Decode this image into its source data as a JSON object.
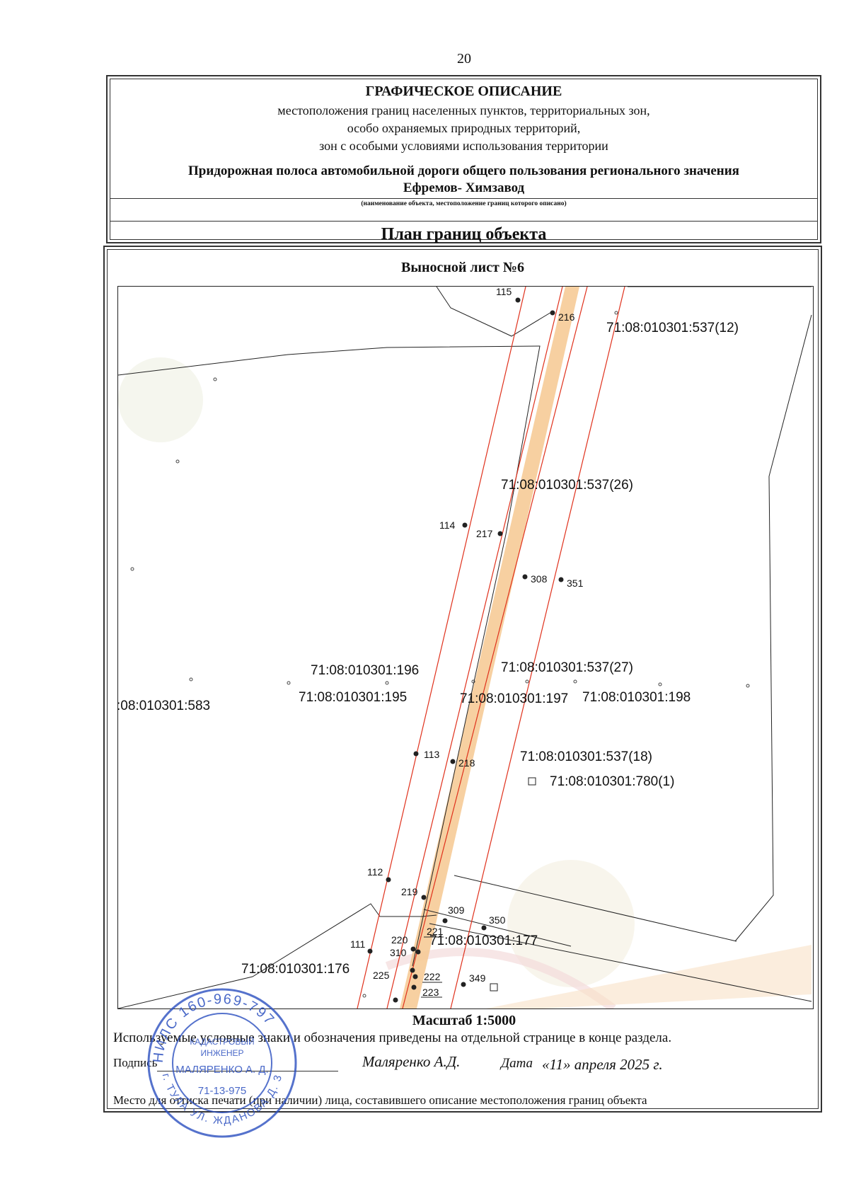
{
  "header": {
    "page_number": "20",
    "title": "ГРАФИЧЕСКОЕ ОПИСАНИЕ",
    "subtitle_lines": [
      "местоположения границ населенных пунктов, территориальных зон,",
      "особо охраняемых природных территорий,",
      "зон с особыми условиями использования территории"
    ],
    "object_line1": "Придорожная полоса автомобильной дороги  общего пользования регионального значения",
    "object_line2": "Ефремов- Химзавод",
    "object_caption": "(наименование объекта, местоположение границ которого описано)",
    "plan_title": "План границ объекта"
  },
  "sheet_title": "Выносной лист №6",
  "map": {
    "colors": {
      "boundary": "#e0311c",
      "road": "#f6c891",
      "parcel_line": "#222222",
      "stamp": "#2b4fbf"
    },
    "cadastral_labels": [
      "71:08:010301:537(12)",
      "71:08:010301:537(26)",
      "71:08:010301:196",
      "71:08:010301:537(27)",
      ":08:010301:583",
      "71:08:010301:195",
      "71:08:010301:197",
      "71:08:010301:198",
      "71:08:010301:537(18)",
      "71:08:010301:780(1)",
      "71:08:010301:177",
      "71:08:010301:176"
    ],
    "point_labels": [
      "115",
      "216",
      "114",
      "217",
      "308",
      "351",
      "113",
      "218",
      "112",
      "219",
      "309",
      "350",
      "111",
      "220",
      "221",
      "310",
      "222",
      "223",
      "225",
      "349"
    ]
  },
  "footer": {
    "scale": "Масштаб 1:5000",
    "legend_note": "Используемые условные знаки и обозначения приведены на отдельной странице в конце раздела.",
    "signature_label": "Подпись",
    "signer_name": "Маляренко А.Д.",
    "date_label": "Дата",
    "date_value": "«11» апреля 2025 г.",
    "stamp_note": "Место для оттиска печати (при наличии) лица, составившего описание местоположения границ объекта"
  },
  "stamp": {
    "outer_text": "НИЛС 160-969-797",
    "line1": "КАДАСТРОВЫЙ",
    "line2": "ИНЖЕНЕР",
    "line3": "МАЛЯРЕНКО А. Д.",
    "number": "71-13-975",
    "bottom_text": "г. ТУЛА УЛ. ЖДАНОВА Д. 3"
  }
}
